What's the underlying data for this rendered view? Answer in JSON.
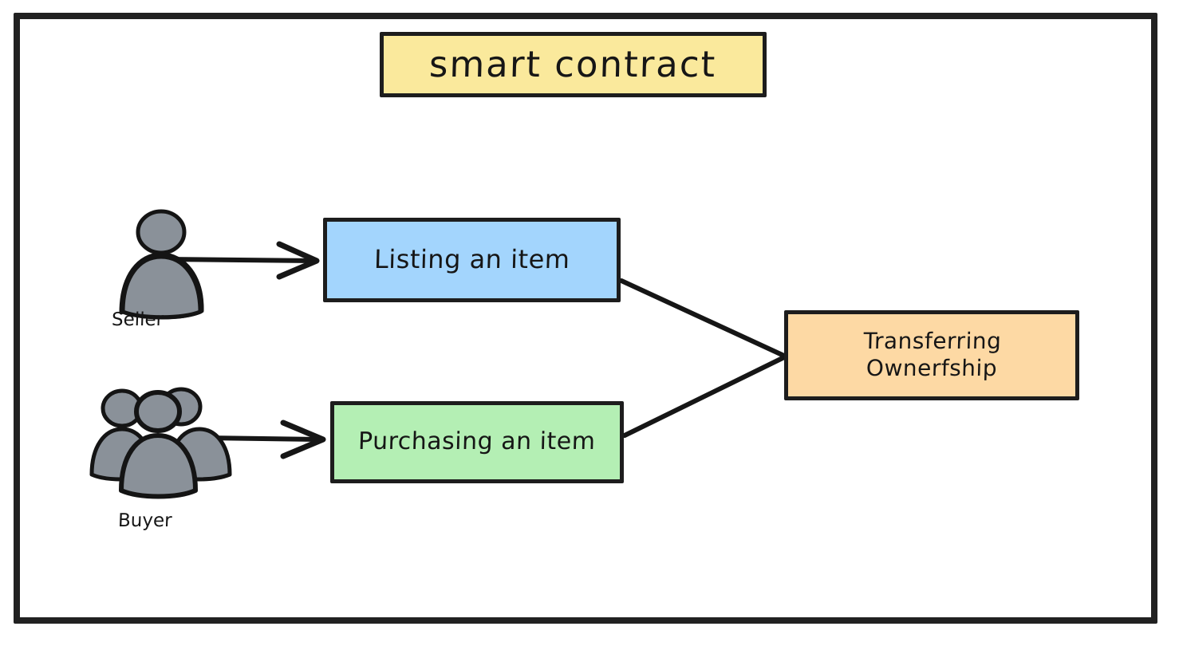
{
  "diagram": {
    "title": "smart contract",
    "frame": {
      "border_color": "#212121"
    },
    "nodes": [
      {
        "id": "smart-contract",
        "label": "smart contract",
        "fill": "#fae99c",
        "stroke": "#1d1d1d",
        "role": "title"
      },
      {
        "id": "listing",
        "label": "Listing an item",
        "fill": "#a3d5fd",
        "stroke": "#1d1d1d",
        "role": "process"
      },
      {
        "id": "purchasing",
        "label": "Purchasing an item",
        "fill": "#b4efb4",
        "stroke": "#1d1d1d",
        "role": "process"
      },
      {
        "id": "transferring",
        "label": "Transferring\nOwnerfship",
        "fill": "#fdd9a4",
        "stroke": "#1d1d1d",
        "role": "process"
      }
    ],
    "actors": [
      {
        "id": "seller",
        "label": "Seller",
        "icon": "single-person-icon",
        "fill": "#8a9199",
        "stroke": "#141414"
      },
      {
        "id": "buyer",
        "label": "Buyer",
        "icon": "group-of-people-icon",
        "fill": "#8a9199",
        "stroke": "#141414"
      }
    ],
    "edges": [
      {
        "id": "seller-to-listing",
        "from": "seller",
        "to": "listing",
        "style": "arrow",
        "arrowhead": "open-chevron"
      },
      {
        "id": "buyer-to-purchasing",
        "from": "buyer",
        "to": "purchasing",
        "style": "arrow",
        "arrowhead": "open-chevron"
      },
      {
        "id": "listing-to-transferring",
        "from": "listing",
        "to": "transferring",
        "style": "line",
        "arrowhead": "none"
      },
      {
        "id": "purchasing-to-transferring",
        "from": "purchasing",
        "to": "transferring",
        "style": "line",
        "arrowhead": "none"
      }
    ]
  }
}
